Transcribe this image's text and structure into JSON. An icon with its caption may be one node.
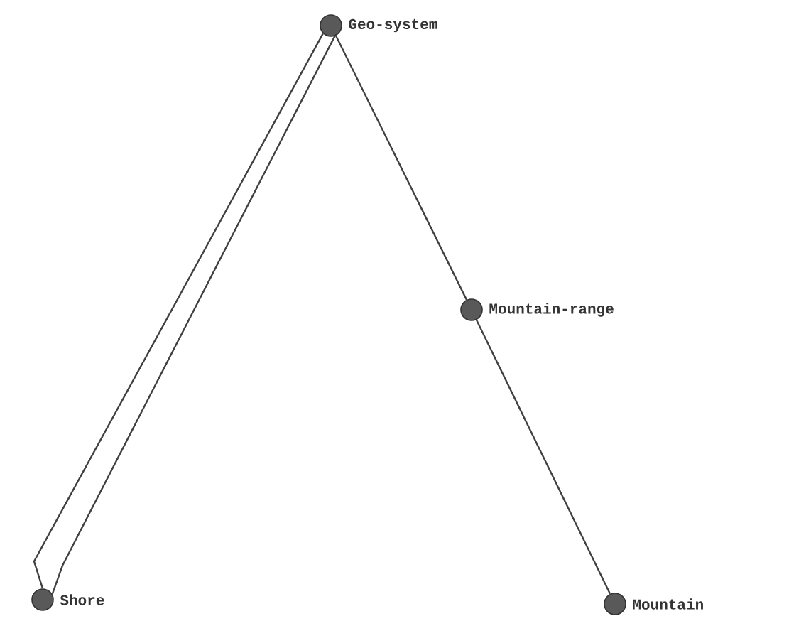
{
  "diagram": {
    "nodes": [
      {
        "text": [],
        "shape": "circle",
        "beside": [
          "Geo-system"
        ]
      },
      {
        "text": [],
        "shape": "circle",
        "beside": [
          "Mountain-range"
        ]
      },
      {
        "text": [],
        "shape": "circle",
        "beside": [
          "Shore"
        ]
      },
      {
        "text": [],
        "shape": "circle",
        "beside": [
          "Mountain"
        ]
      }
    ],
    "edges": [
      {
        "from": 0,
        "to": 2,
        "arrow": "none"
      },
      {
        "from": 0,
        "to": 2,
        "arrow": "none"
      },
      {
        "from": 0,
        "to": 1,
        "arrow": "none"
      },
      {
        "from": 1,
        "to": 3,
        "arrow": "none"
      }
    ]
  }
}
